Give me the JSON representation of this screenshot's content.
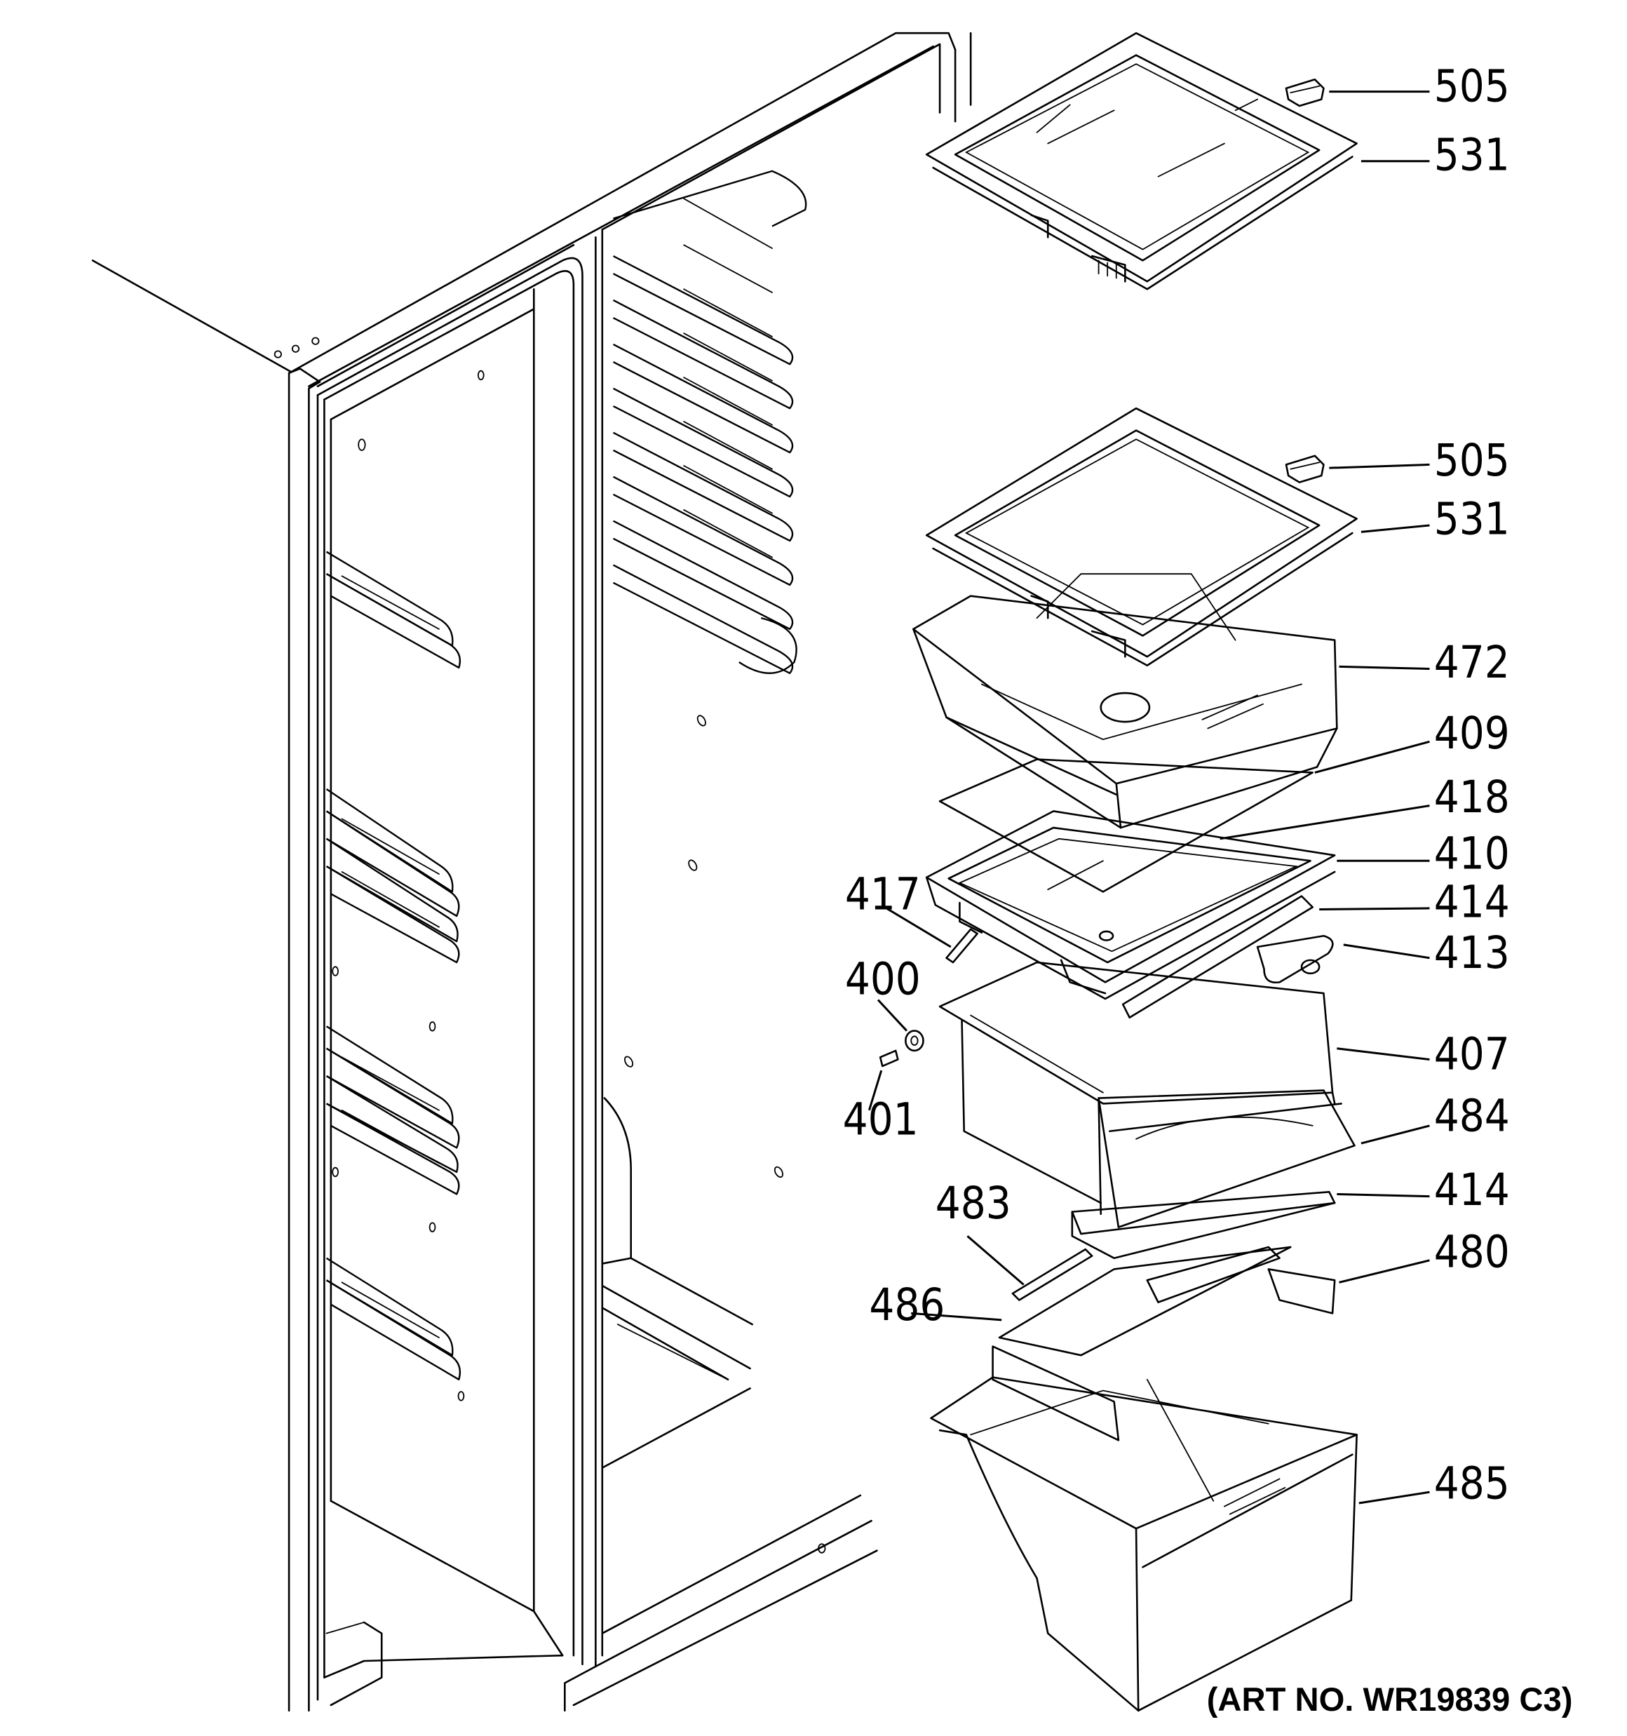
{
  "art_number": "(ART NO. WR19839 C3)",
  "callouts": [
    {
      "id": "c505a",
      "label": "505"
    },
    {
      "id": "c531a",
      "label": "531"
    },
    {
      "id": "c505b",
      "label": "505"
    },
    {
      "id": "c531b",
      "label": "531"
    },
    {
      "id": "c472",
      "label": "472"
    },
    {
      "id": "c409",
      "label": "409"
    },
    {
      "id": "c418",
      "label": "418"
    },
    {
      "id": "c410",
      "label": "410"
    },
    {
      "id": "c414a",
      "label": "414"
    },
    {
      "id": "c413",
      "label": "413"
    },
    {
      "id": "c407",
      "label": "407"
    },
    {
      "id": "c484",
      "label": "484"
    },
    {
      "id": "c414b",
      "label": "414"
    },
    {
      "id": "c480",
      "label": "480"
    },
    {
      "id": "c485",
      "label": "485"
    },
    {
      "id": "c417",
      "label": "417"
    },
    {
      "id": "c400",
      "label": "400"
    },
    {
      "id": "c401",
      "label": "401"
    },
    {
      "id": "c483",
      "label": "483"
    },
    {
      "id": "c486",
      "label": "486"
    }
  ]
}
